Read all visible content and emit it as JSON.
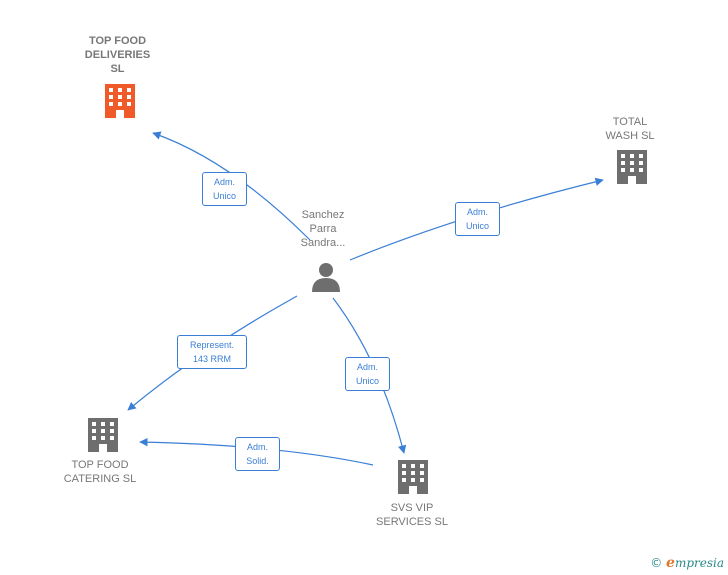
{
  "colors": {
    "edge": "#3a7fd5",
    "company_gray": "#6e6e6e",
    "company_highlight": "#f05a28",
    "person": "#6e6e6e"
  },
  "person": {
    "label": "Sanchez\nParra\nSandra...",
    "icon": "person-icon"
  },
  "companies": [
    {
      "id": "top-food-deliveries",
      "label": "TOP FOOD\nDELIVERIES\nSL",
      "highlight": true,
      "icon": "building-icon"
    },
    {
      "id": "total-wash",
      "label": "TOTAL\nWASH  SL",
      "highlight": false,
      "icon": "building-icon"
    },
    {
      "id": "top-food-catering",
      "label": "TOP FOOD\nCATERING  SL",
      "highlight": false,
      "icon": "building-icon"
    },
    {
      "id": "svs-vip",
      "label": "SVS VIP\nSERVICES SL",
      "highlight": false,
      "icon": "building-icon"
    }
  ],
  "edges": [
    {
      "id": "to-deliveries",
      "label": "Adm.\nUnico"
    },
    {
      "id": "to-wash",
      "label": "Adm.\nUnico"
    },
    {
      "id": "to-catering",
      "label": "Represent.\n143 RRM"
    },
    {
      "id": "to-svs",
      "label": "Adm.\nUnico"
    },
    {
      "id": "svs-to-catering",
      "label": "Adm.\nSolid."
    }
  ],
  "footer": {
    "copyright_symbol": "©",
    "brand_first": "e",
    "brand_rest": "mpresia"
  }
}
